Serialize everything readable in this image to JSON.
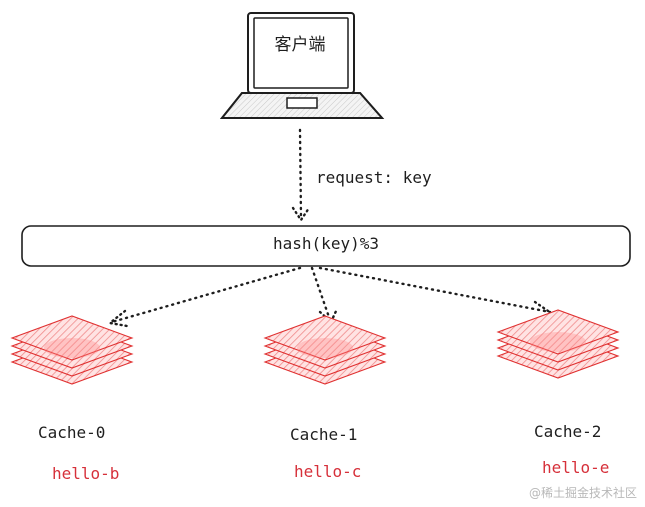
{
  "client": {
    "label": "客户端",
    "icon": "laptop-icon"
  },
  "request": {
    "label": "request: key"
  },
  "router": {
    "label": "hash(key)%3"
  },
  "caches": [
    {
      "name": "Cache-0",
      "value": "hello-b",
      "icon": "layers-icon"
    },
    {
      "name": "Cache-1",
      "value": "hello-c",
      "icon": "layers-icon"
    },
    {
      "name": "Cache-2",
      "value": "hello-e",
      "icon": "layers-icon"
    }
  ],
  "watermark": "@稀土掘金技术社区",
  "colors": {
    "stroke": "#1e1e1e",
    "cache_fill": "#ffc9c9",
    "cache_stroke": "#e03131",
    "value_text": "#d6303a"
  }
}
